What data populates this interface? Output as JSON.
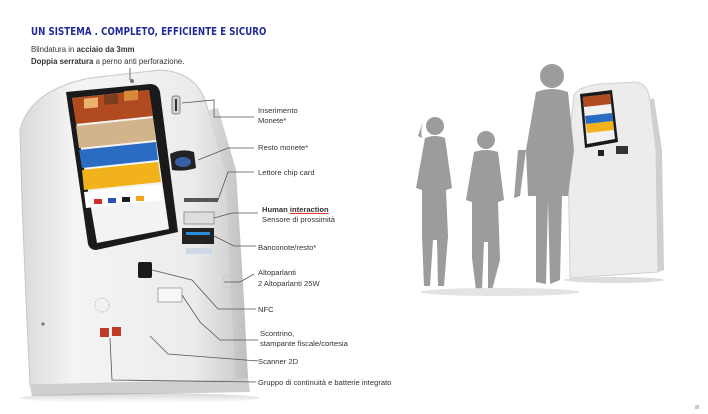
{
  "header": {
    "title": "UN SISTEMA . COMPLETO, EFFICIENTE E SICURO",
    "line1_prefix": "Blindatura in ",
    "line1_bold": "acciaio da 3mm",
    "line2_bold": "Doppia serratura",
    "line2_rest": " a perno anti perforazione."
  },
  "callouts": {
    "coins_in_1": "Inserimento",
    "coins_in_2": "Monete*",
    "coin_change": "Resto monete*",
    "chip_reader": "Lettore chip card",
    "human_bold": "Human ",
    "human_underlined": "interaction",
    "proximity": "Sensore di prossimità",
    "banknotes": "Banconote/resto*",
    "speakers_1": "Altoparlanti",
    "speakers_2": "2 Altoparlanti  25W",
    "nfc": "NFC",
    "receipt_1": "Scontrino,",
    "receipt_2": "stampante fiscale/cortesia",
    "scanner": "Scanner 2D",
    "ups": "Gruppo di continuità e batterie integrato"
  },
  "colors": {
    "title": "#1f2a9a",
    "kiosk_body": "#ededed",
    "screen_bezel": "#1a1a1a",
    "screen_accent_blue": "#2a6bc4",
    "screen_accent_yellow": "#f2b21c",
    "silhouette": "#9c9c9c",
    "leader_line": "#555555"
  }
}
